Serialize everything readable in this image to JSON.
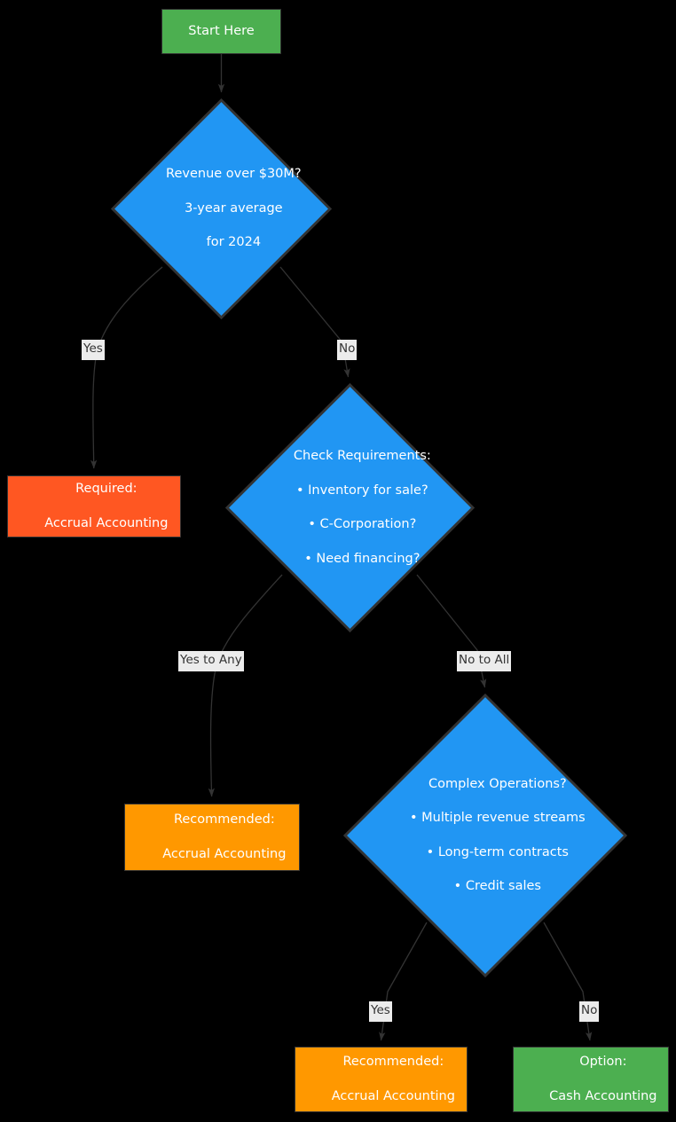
{
  "diagram": {
    "type": "decision-flowchart",
    "background_color": "#000000",
    "edge_color": "#333333",
    "edge_label_bg": "#ececec",
    "edge_label_color": "#333333"
  },
  "nodes": {
    "start": {
      "label": "Start Here",
      "shape": "rect",
      "fill": "#4CAF50",
      "stroke": "#333333",
      "text_color": "#ffffff"
    },
    "revenue_check": {
      "line1": "Revenue over $30M?",
      "line2": "3-year average",
      "line3": "for 2024",
      "shape": "diamond",
      "fill": "#2196F3",
      "stroke": "#333333",
      "text_color": "#ffffff"
    },
    "required_accrual": {
      "line1": "Required:",
      "line2": "Accrual Accounting",
      "shape": "rect",
      "fill": "#FF5722",
      "stroke": "#333333",
      "text_color": "#ffffff"
    },
    "check_requirements": {
      "line1": "Check Requirements:",
      "line2": "• Inventory for sale?",
      "line3": "• C-Corporation?",
      "line4": "• Need financing?",
      "shape": "diamond",
      "fill": "#2196F3",
      "stroke": "#333333",
      "text_color": "#ffffff"
    },
    "recommended_accrual_1": {
      "line1": "Recommended:",
      "line2": "Accrual Accounting",
      "shape": "rect",
      "fill": "#FF9800",
      "stroke": "#333333",
      "text_color": "#ffffff"
    },
    "complex_operations": {
      "line1": "Complex Operations?",
      "line2": "• Multiple revenue streams",
      "line3": "• Long-term contracts",
      "line4": "• Credit sales",
      "shape": "diamond",
      "fill": "#2196F3",
      "stroke": "#333333",
      "text_color": "#ffffff"
    },
    "recommended_accrual_2": {
      "line1": "Recommended:",
      "line2": "Accrual Accounting",
      "shape": "rect",
      "fill": "#FF9800",
      "stroke": "#333333",
      "text_color": "#ffffff"
    },
    "option_cash": {
      "line1": "Option:",
      "line2": "Cash Accounting",
      "shape": "rect",
      "fill": "#4CAF50",
      "stroke": "#333333",
      "text_color": "#ffffff"
    }
  },
  "edges": [
    {
      "id": "start-to-revenue",
      "from": "start",
      "to": "revenue_check",
      "label": ""
    },
    {
      "id": "revenue-yes",
      "from": "revenue_check",
      "to": "required_accrual",
      "label": "Yes"
    },
    {
      "id": "revenue-no",
      "from": "revenue_check",
      "to": "check_requirements",
      "label": "No"
    },
    {
      "id": "requirements-yes-any",
      "from": "check_requirements",
      "to": "recommended_accrual_1",
      "label": "Yes to Any"
    },
    {
      "id": "requirements-no-all",
      "from": "check_requirements",
      "to": "complex_operations",
      "label": "No to All"
    },
    {
      "id": "complex-yes",
      "from": "complex_operations",
      "to": "recommended_accrual_2",
      "label": "Yes"
    },
    {
      "id": "complex-no",
      "from": "complex_operations",
      "to": "option_cash",
      "label": "No"
    }
  ]
}
